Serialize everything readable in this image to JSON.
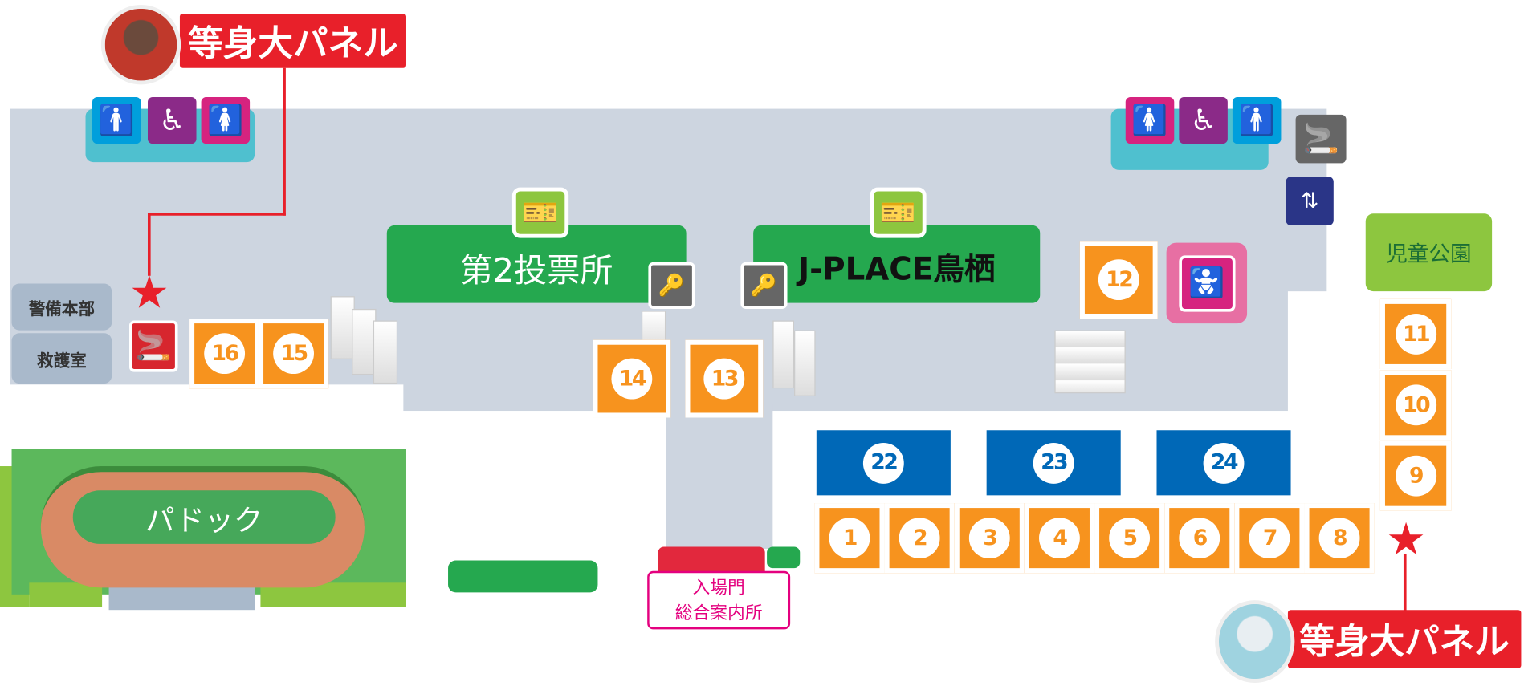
{
  "panels": [
    {
      "label": "等身大パネル"
    },
    {
      "label": "等身大パネル"
    }
  ],
  "rooms": {
    "security": "警備本部",
    "first_aid": "救護室",
    "voting2": "第2投票所",
    "jplace": "J-PLACE鳥栖",
    "park": "児童公園",
    "paddock": "パドック",
    "entrance": "入場門",
    "info": "総合案内所"
  },
  "booths_orange": [
    "1",
    "2",
    "3",
    "4",
    "5",
    "6",
    "7",
    "8",
    "9",
    "10",
    "11",
    "12",
    "13",
    "14",
    "15",
    "16"
  ],
  "booths_blue": [
    "22",
    "23",
    "24"
  ],
  "colors": {
    "orange": "#f7931e",
    "blue": "#0068b7",
    "green": "#25a84f",
    "red": "#e8202a",
    "pink": "#d6237f"
  }
}
